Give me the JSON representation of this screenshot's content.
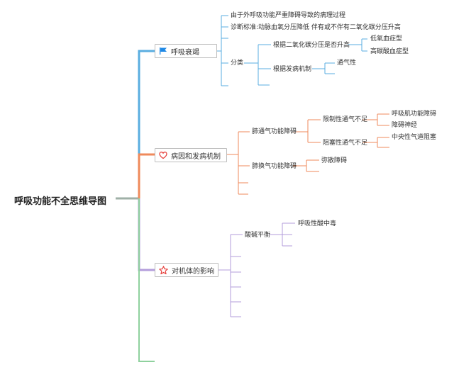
{
  "root": "呼吸功能不全思维导图",
  "colors": {
    "root_line": "#9fb0a7",
    "branch1": "#5aaee0",
    "branch2": "#ef8a5b",
    "branch3": "#b39ddb",
    "branch4": "#8fd19e",
    "flag": "#1e88e5",
    "heart": "#e53935",
    "star": "#e53935"
  },
  "branches": [
    {
      "label": "呼吸衰竭",
      "icon": "flag-icon",
      "children": [
        {
          "label": "由于外呼吸功能严重障碍导致的病理过程"
        },
        {
          "label": "诊断标准:动脉血氧分压降低 伴有或不伴有二氧化碳分压升高"
        },
        {
          "label": "分类",
          "children": [
            {
              "label": "根据二氧化碳分压是否升高",
              "children": [
                {
                  "label": "低氧血症型"
                },
                {
                  "label": "高碳酸血症型"
                }
              ]
            },
            {
              "label": "根据发病机制",
              "children": [
                {
                  "label": "通气性"
                }
              ]
            }
          ]
        }
      ]
    },
    {
      "label": "病因和发病机制",
      "icon": "heart-icon",
      "children": [
        {
          "label": "肺通气功能障碍",
          "children": [
            {
              "label": "限制性通气不足",
              "children": [
                {
                  "label": "呼吸肌功能障碍"
                },
                {
                  "label": "障碍神经"
                }
              ]
            },
            {
              "label": "阻塞性通气不足",
              "children": [
                {
                  "label": "中央性气道阻塞"
                }
              ]
            }
          ]
        },
        {
          "label": "肺换气功能障碍",
          "children": [
            {
              "label": "弥散障碍"
            }
          ]
        }
      ]
    },
    {
      "label": "对机体的影响",
      "icon": "star-icon",
      "children": [
        {
          "label": "酸碱平衡",
          "children": [
            {
              "label": "呼吸性酸中毒"
            }
          ]
        }
      ]
    }
  ]
}
